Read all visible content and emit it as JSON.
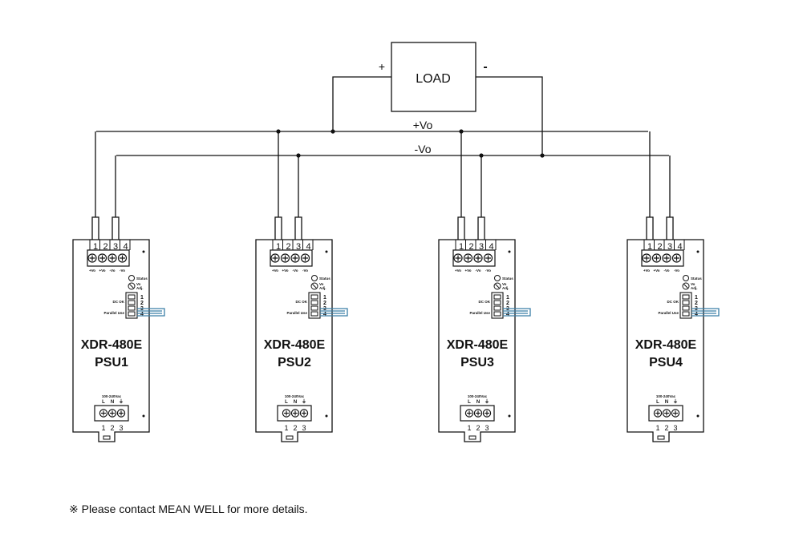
{
  "load": {
    "label": "LOAD",
    "plus": "+",
    "minus": "-"
  },
  "bus": {
    "positive": "+Vo",
    "negative": "-Vo"
  },
  "psus": [
    {
      "model": "XDR-480E",
      "name": "PSU1"
    },
    {
      "model": "XDR-480E",
      "name": "PSU2"
    },
    {
      "model": "XDR-480E",
      "name": "PSU3"
    },
    {
      "model": "XDR-480E",
      "name": "PSU4"
    }
  ],
  "output_terminal": {
    "numbers": [
      "1",
      "2",
      "3",
      "4"
    ],
    "labels": [
      "+Vo",
      "+Vo",
      "-Vo",
      "-Vo"
    ]
  },
  "indicators": {
    "status": "Status",
    "vo_adj_1": "Vo",
    "vo_adj_2": "Adj."
  },
  "signal_labels": {
    "dc_ok": "DC OK",
    "parallel_use": "Parallel Use"
  },
  "signal_pins": [
    "1",
    "2",
    "3",
    "4"
  ],
  "input_terminal": {
    "voltage": "100-240Vac",
    "labels": [
      "L",
      "N",
      "⏚"
    ],
    "numbers": [
      "1",
      "2",
      "3"
    ]
  },
  "footer_note": "※ Please contact MEAN WELL for more details."
}
